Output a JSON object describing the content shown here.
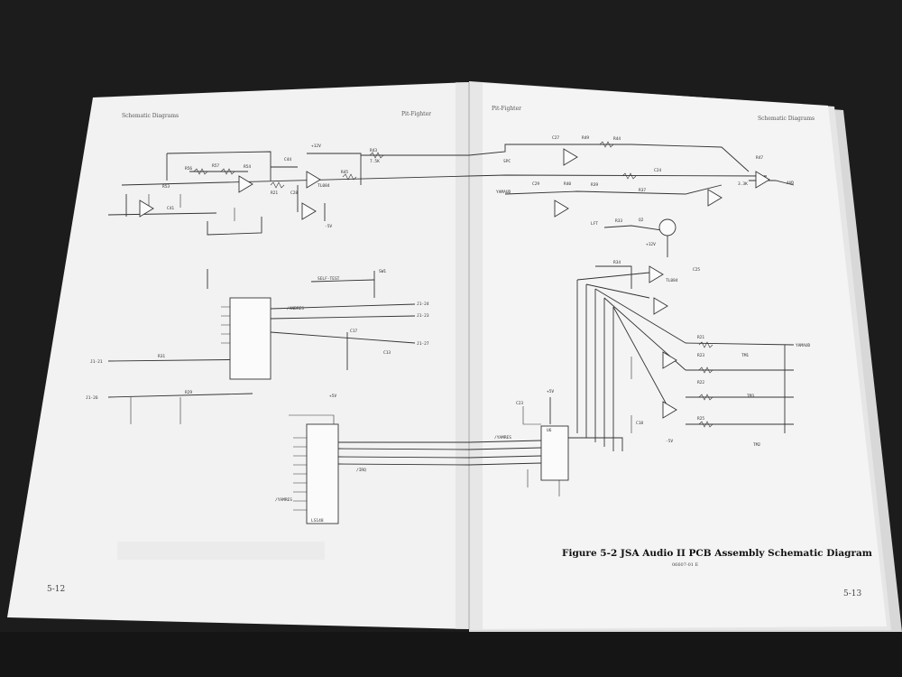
{
  "left_page": {
    "header_left": "Schematic Diagrams",
    "header_right": "Pit-Fighter",
    "page_number": "5-12"
  },
  "right_page": {
    "header_left": "Pit-Fighter",
    "header_right": "Schematic Diagrams",
    "page_number": "5-13",
    "figure_caption": "Figure 5-2  JSA Audio II PCB Assembly Schematic Diagram",
    "figure_subcaption": "06607-01 E"
  },
  "labels": {
    "l1": "R53",
    "l2": "C41",
    "l3": "R56",
    "l4": "R57",
    "l5": "R54",
    "l6": "+12V",
    "l7": "R43",
    "l8": "7.5K",
    "l9": "R45",
    "l10": "C44",
    "l11": "TL084",
    "l12": "C28",
    "l13": "R21",
    "l14": "-5V",
    "l15": "SW1",
    "l16": "SELF-TEST",
    "l17": "J1-24",
    "l18": "J1-23",
    "l19": "J1-27",
    "l20": "C17",
    "l21": "C13",
    "l22": "/ANDRES",
    "l23": "J1-21",
    "l24": "J1-26",
    "l25": "R31",
    "l26": "R29",
    "l27": "+5V",
    "l28": "LS148",
    "l29": "/IRQ",
    "l30": "/YAMRES",
    "r1": "C27",
    "r2": "R49",
    "r3": "R44",
    "r4": "C29",
    "r5": "R40",
    "r6": "R39",
    "r7": "C24",
    "r8": "YAMAUD",
    "r9": "R37",
    "r10": "LFT",
    "r11": "R33",
    "r12": "Q2",
    "r13": "+12V",
    "r14": "R34",
    "r15": "TL084",
    "r16": "C25",
    "r17": "R21",
    "r18": "R23",
    "r19": "R22",
    "r20": "R25",
    "r21": "TM1",
    "r22": "TM2",
    "r23": "TM3",
    "r24": "/YAMRES",
    "r25": "+5V",
    "r26": "C23",
    "r27": "U6",
    "r28": "C18",
    "r29": "-5V",
    "r30": "AUD",
    "r31": "R47",
    "r32": "3.3K",
    "r33": "SPC",
    "r34": "YAMAUD"
  }
}
